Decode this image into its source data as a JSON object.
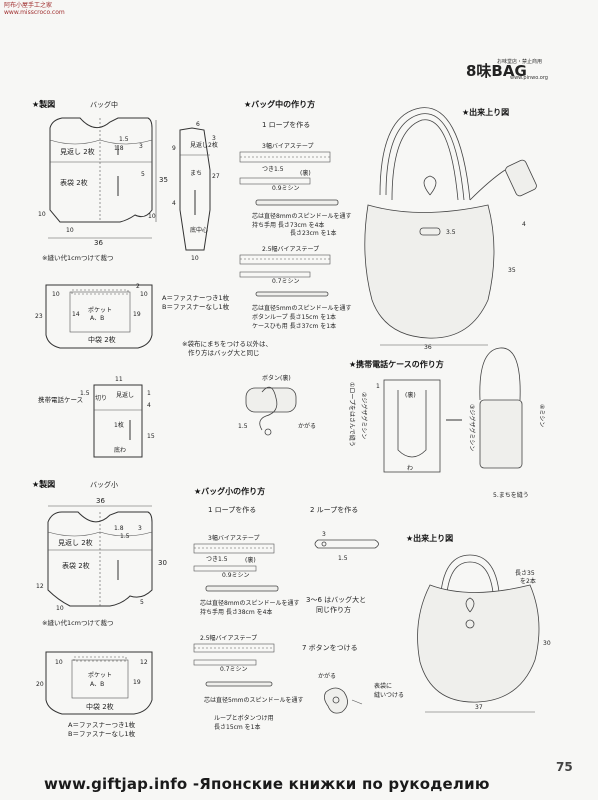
{
  "watermark": {
    "line1": "阿布小屋手工之家",
    "line2": "www.misscroco.com"
  },
  "logo": {
    "text": "8味BAG",
    "sub": "お味堂店・禁止商用",
    "url": "www.pinwo.org"
  },
  "page_number": "75",
  "footer": "www.giftjap.info -Японские книжки по рукоделию",
  "large": {
    "header": "★製図",
    "title": "バッグ中",
    "main_labels": {
      "facing": "見返し 2枚",
      "outer": "表袋 2枚",
      "seam": "※縫い代1cmつけて裁つ"
    },
    "main_dims": {
      "w36": "36",
      "h35": "35",
      "d10a": "10",
      "d10b": "10",
      "d10c": "10",
      "d15": "1.5",
      "d18": "1.8",
      "d3": "3",
      "d5": "5"
    },
    "gusset": {
      "text": "見返し2枚",
      "text2": "まち",
      "text3": "底中心",
      "d6": "6",
      "d9": "9",
      "d27": "27",
      "d3": "3",
      "d10": "10",
      "d4": "4"
    },
    "pocket": {
      "label": "ポケット",
      "label2": "A、B",
      "inner": "中袋 2枚",
      "a": "A＝ファスナーつき1枚",
      "b": "B＝ファスナーなし1枚",
      "note1": "※袋布にまちをつける以外は、",
      "note2": "作り方はバッグ大と同じ",
      "d23": "23",
      "d14": "14",
      "d19": "19",
      "d10a": "10",
      "d10b": "10",
      "d2": "2"
    },
    "phone": {
      "label": "携帯電話ケース",
      "fold": "見返し",
      "cut": "切り",
      "body": "1枚",
      "bottom": "底わ",
      "d11": "11",
      "d15": "15",
      "d1": "1",
      "d4": "4",
      "d15b": "1.5"
    }
  },
  "large_howto": {
    "header": "★バッグ中の作り方",
    "step1": "1 ロープを作る",
    "bias1": "3幅バイアステープ",
    "fold1": "つき1.5",
    "sew1": "0.9ミシン",
    "core1": "芯は直径8mmのスピンドールを通す",
    "len1": "持ち手用 長さ73cm を4本",
    "len2": "長さ23cm を1本",
    "bias2": "2.5幅バイアステープ",
    "sew2": "0.7ミシン",
    "core2": "芯は直径5mmのスピンドールを通す",
    "len3": "ボタンループ 長さ15cm を1本",
    "len4": "ケースひも用 長さ37cm を1本",
    "back": "(裏)"
  },
  "button_detail": {
    "label": "ボタン(裏)",
    "d15": "1.5",
    "hook": "かがる"
  },
  "large_done": {
    "header": "★出来上り図",
    "d35": "3.5",
    "d35b": "35",
    "d4": "4",
    "d36": "36"
  },
  "phone_howto": {
    "header": "★携帯電話ケースの作り方",
    "s1": "①ロープをはさんで縫う",
    "s2": "②ジグザグミシン",
    "s3": "③ジグザグミシン",
    "s4": "④ミシン",
    "s5": "5.まちを縫う",
    "wa": "わ",
    "back": "(裏)",
    "d1": "1"
  },
  "small": {
    "header": "★製図",
    "title": "バッグ小",
    "facing": "見返し 2枚",
    "outer": "表袋 2枚",
    "seam": "※縫い代1cmつけて裁つ",
    "pocket": "ポケット",
    "pocket2": "A、B",
    "inner": "中袋 2枚",
    "a": "A＝ファスナーつき1枚",
    "b": "B＝ファスナーなし1枚",
    "dims": {
      "w36": "36",
      "h30": "30",
      "d10": "10",
      "d12": "12",
      "d5": "5",
      "d20": "20",
      "d19": "19",
      "d10b": "10",
      "d12b": "12",
      "d18": "1.8",
      "d15": "1.5",
      "d3": "3"
    }
  },
  "small_howto": {
    "header": "★バッグ小の作り方",
    "step1": "1 ロープを作る",
    "bias1": "3幅バイアステープ",
    "fold1": "つき1.5",
    "sew1": "0.9ミシン",
    "core1": "芯は直径8mmのスピンドールを通す",
    "len1": "持ち手用 長さ38cm を4本",
    "bias2": "2.5幅バイアステープ",
    "sew2": "0.7ミシン",
    "core2": "芯は直径5mmのスピンドールを通す",
    "len2": "ループとボタンつけ用",
    "len3": "長さ15cm を1本",
    "back": "(裏)",
    "step2": "2 ループを作る",
    "d3": "3",
    "d15": "1.5",
    "step36": "3〜6 はバッグ大と",
    "step36b": "同じ作り方",
    "step7": "7 ボタンをつける",
    "hook": "かがる",
    "sewon1": "表袋に",
    "sewon2": "縫いつける"
  },
  "small_done": {
    "header": "★出来上り図",
    "len": "長さ35",
    "len2": "を2本",
    "d30": "30",
    "d37": "37"
  }
}
